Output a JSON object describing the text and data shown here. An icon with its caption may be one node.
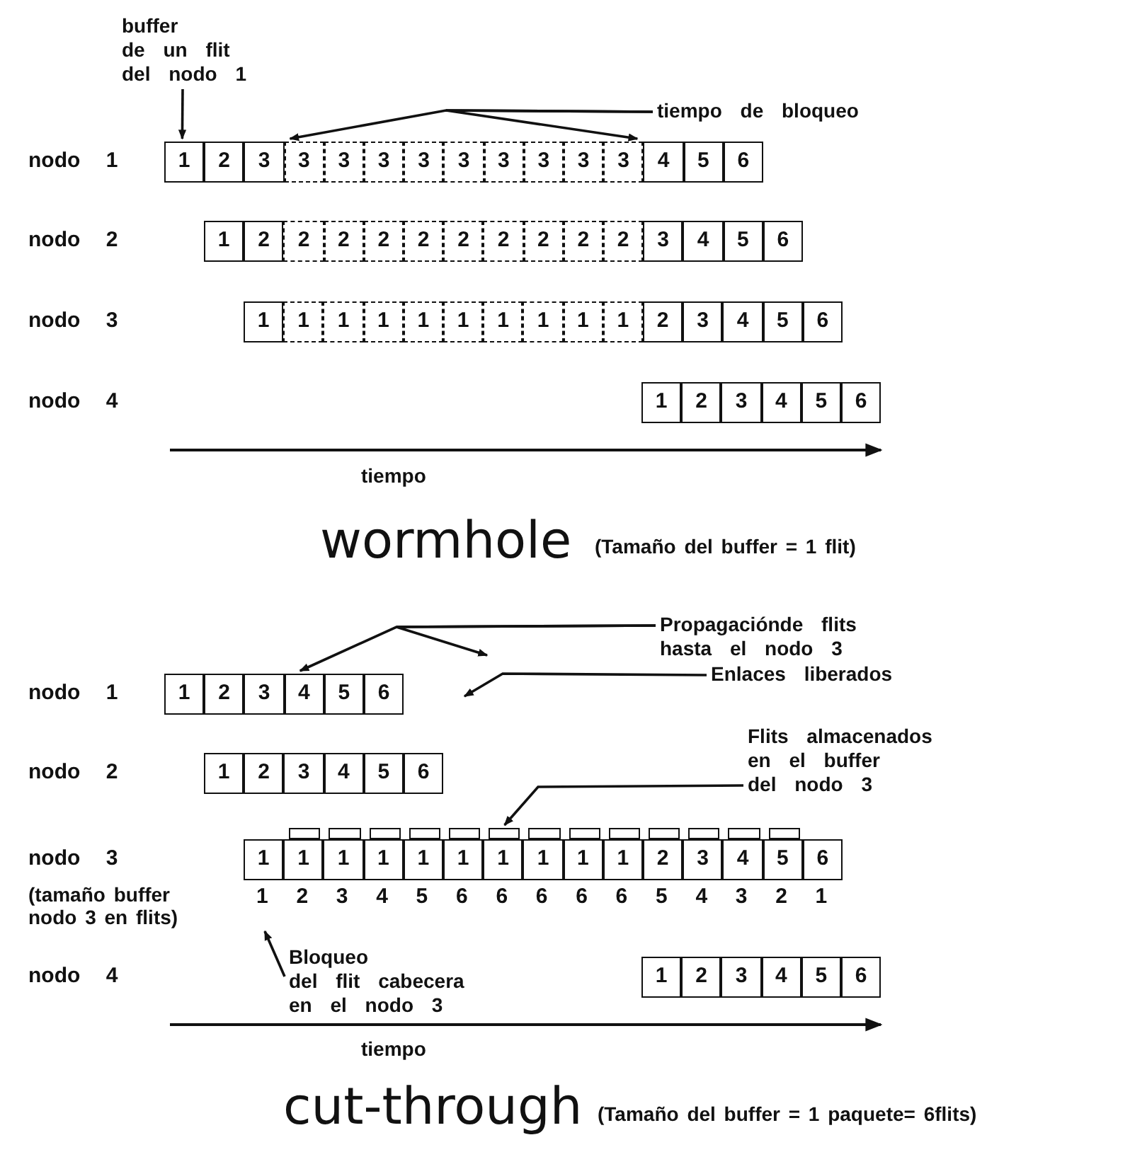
{
  "diagram": {
    "nodes": [
      {
        "text": [
          "buffer de un flit del nodo 1"
        ]
      },
      {
        "text": [
          "tiempo de bloqueo"
        ]
      },
      {
        "text": [
          "1"
        ]
      },
      {
        "text": [
          "2"
        ]
      },
      {
        "text": [
          "3"
        ]
      },
      {
        "text": [
          "3"
        ]
      },
      {
        "text": [
          "3"
        ]
      },
      {
        "text": [
          "3"
        ]
      },
      {
        "text": [
          "3"
        ]
      },
      {
        "text": [
          "3"
        ]
      },
      {
        "text": [
          "3"
        ]
      },
      {
        "text": [
          "3"
        ]
      },
      {
        "text": [
          "3"
        ]
      },
      {
        "text": [
          "3"
        ]
      },
      {
        "text": [
          "4"
        ]
      },
      {
        "text": [
          "5"
        ]
      },
      {
        "text": [
          "6"
        ]
      },
      {
        "text": [
          "1"
        ]
      },
      {
        "text": [
          "2"
        ]
      },
      {
        "text": [
          "2"
        ]
      },
      {
        "text": [
          "2"
        ]
      },
      {
        "text": [
          "2"
        ]
      },
      {
        "text": [
          "2"
        ]
      },
      {
        "text": [
          "2"
        ]
      },
      {
        "text": [
          "2"
        ]
      },
      {
        "text": [
          "2"
        ]
      },
      {
        "text": [
          "2"
        ]
      },
      {
        "text": [
          "2"
        ]
      },
      {
        "text": [
          "3"
        ]
      },
      {
        "text": [
          "4"
        ]
      },
      {
        "text": [
          "5"
        ]
      },
      {
        "text": [
          "6"
        ]
      },
      {
        "text": [
          "1"
        ]
      },
      {
        "text": [
          "1"
        ]
      },
      {
        "text": [
          "1"
        ]
      },
      {
        "text": [
          "1"
        ]
      },
      {
        "text": [
          "1"
        ]
      },
      {
        "text": [
          "1"
        ]
      },
      {
        "text": [
          "1"
        ]
      },
      {
        "text": [
          "1"
        ]
      },
      {
        "text": [
          "1"
        ]
      },
      {
        "text": [
          "1"
        ]
      },
      {
        "text": [
          "2"
        ]
      },
      {
        "text": [
          "3"
        ]
      },
      {
        "text": [
          "4"
        ]
      },
      {
        "text": [
          "5"
        ]
      },
      {
        "text": [
          "6"
        ]
      },
      {
        "text": [
          "1"
        ]
      },
      {
        "text": [
          "2"
        ]
      },
      {
        "text": [
          "3"
        ]
      },
      {
        "text": [
          "4"
        ]
      },
      {
        "text": [
          "5"
        ]
      },
      {
        "text": [
          "6"
        ]
      },
      {
        "text": [
          "Propagaciónde flits hasta el nodo 3"
        ]
      },
      {
        "text": [
          "Enlaces liberados"
        ]
      },
      {
        "text": [
          "1"
        ]
      },
      {
        "text": [
          "2"
        ]
      },
      {
        "text": [
          "3"
        ]
      },
      {
        "text": [
          "4"
        ]
      },
      {
        "text": [
          "5"
        ]
      },
      {
        "text": [
          "6"
        ]
      },
      {
        "text": [
          "Flits almacenados en el buffer del nodo 3"
        ]
      },
      {
        "text": [
          "1"
        ]
      },
      {
        "text": [
          "2"
        ]
      },
      {
        "text": [
          "3"
        ]
      },
      {
        "text": [
          "4"
        ]
      },
      {
        "text": [
          "5"
        ]
      },
      {
        "text": [
          "6"
        ]
      },
      {
        "text": [],
        "shape": "bar"
      },
      {
        "text": [],
        "shape": "bar"
      },
      {
        "text": [],
        "shape": "bar"
      },
      {
        "text": [],
        "shape": "bar"
      },
      {
        "text": [],
        "shape": "bar"
      },
      {
        "text": [],
        "shape": "bar"
      },
      {
        "text": [],
        "shape": "bar"
      },
      {
        "text": [],
        "shape": "bar"
      },
      {
        "text": [],
        "shape": "bar"
      },
      {
        "text": [],
        "shape": "bar"
      },
      {
        "text": [],
        "shape": "bar"
      },
      {
        "text": [],
        "shape": "bar"
      },
      {
        "text": [],
        "shape": "bar"
      },
      {
        "text": [
          "1"
        ]
      },
      {
        "text": [
          "1"
        ]
      },
      {
        "text": [
          "1"
        ]
      },
      {
        "text": [
          "1"
        ]
      },
      {
        "text": [
          "1"
        ]
      },
      {
        "text": [
          "1"
        ]
      },
      {
        "text": [
          "1"
        ]
      },
      {
        "text": [
          "1"
        ]
      },
      {
        "text": [
          "1"
        ]
      },
      {
        "text": [
          "1"
        ]
      },
      {
        "text": [
          "2"
        ]
      },
      {
        "text": [
          "3"
        ]
      },
      {
        "text": [
          "4"
        ]
      },
      {
        "text": [
          "5"
        ]
      },
      {
        "text": [
          "6"
        ]
      },
      {
        "text": [
          "Bloqueo del flit cabecera en el nodo 3"
        ]
      },
      {
        "text": [
          "1"
        ]
      },
      {
        "text": [
          "2"
        ]
      },
      {
        "text": [
          "3"
        ]
      },
      {
        "text": [
          "4"
        ]
      },
      {
        "text": [
          "5"
        ]
      },
      {
        "text": [
          "6"
        ]
      }
    ],
    "edges": [
      {
        "from": 0,
        "to": 2,
        "arrow": "to"
      },
      {
        "from": 1,
        "to": 5,
        "arrow": "to"
      },
      {
        "from": 1,
        "to": 13,
        "arrow": "to"
      },
      {
        "from": 53,
        "to": 58,
        "arrow": "to"
      },
      {
        "from": 53,
        "to": null,
        "arrow": "to"
      },
      {
        "from": 54,
        "to": null,
        "arrow": "to"
      },
      {
        "from": 61,
        "to": 73,
        "arrow": "to"
      },
      {
        "from": 96,
        "to": null,
        "arrow": "to"
      }
    ],
    "labels": [
      "nodo 1",
      "nodo 2",
      "nodo 3",
      "nodo 4",
      "tiempo",
      "wormhole",
      "(Tamaño del buffer = 1 flit)",
      "nodo 1",
      "nodo 2",
      "nodo 3",
      "(tamaño buffer nodo 3 en flits)",
      "1",
      "2",
      "3",
      "4",
      "5",
      "6",
      "6",
      "6",
      "6",
      "6",
      "5",
      "4",
      "3",
      "2",
      "1",
      "nodo 4",
      "tiempo",
      "cut-through",
      "(Tamaño del buffer = 1 paquete= 6flits)"
    ]
  }
}
